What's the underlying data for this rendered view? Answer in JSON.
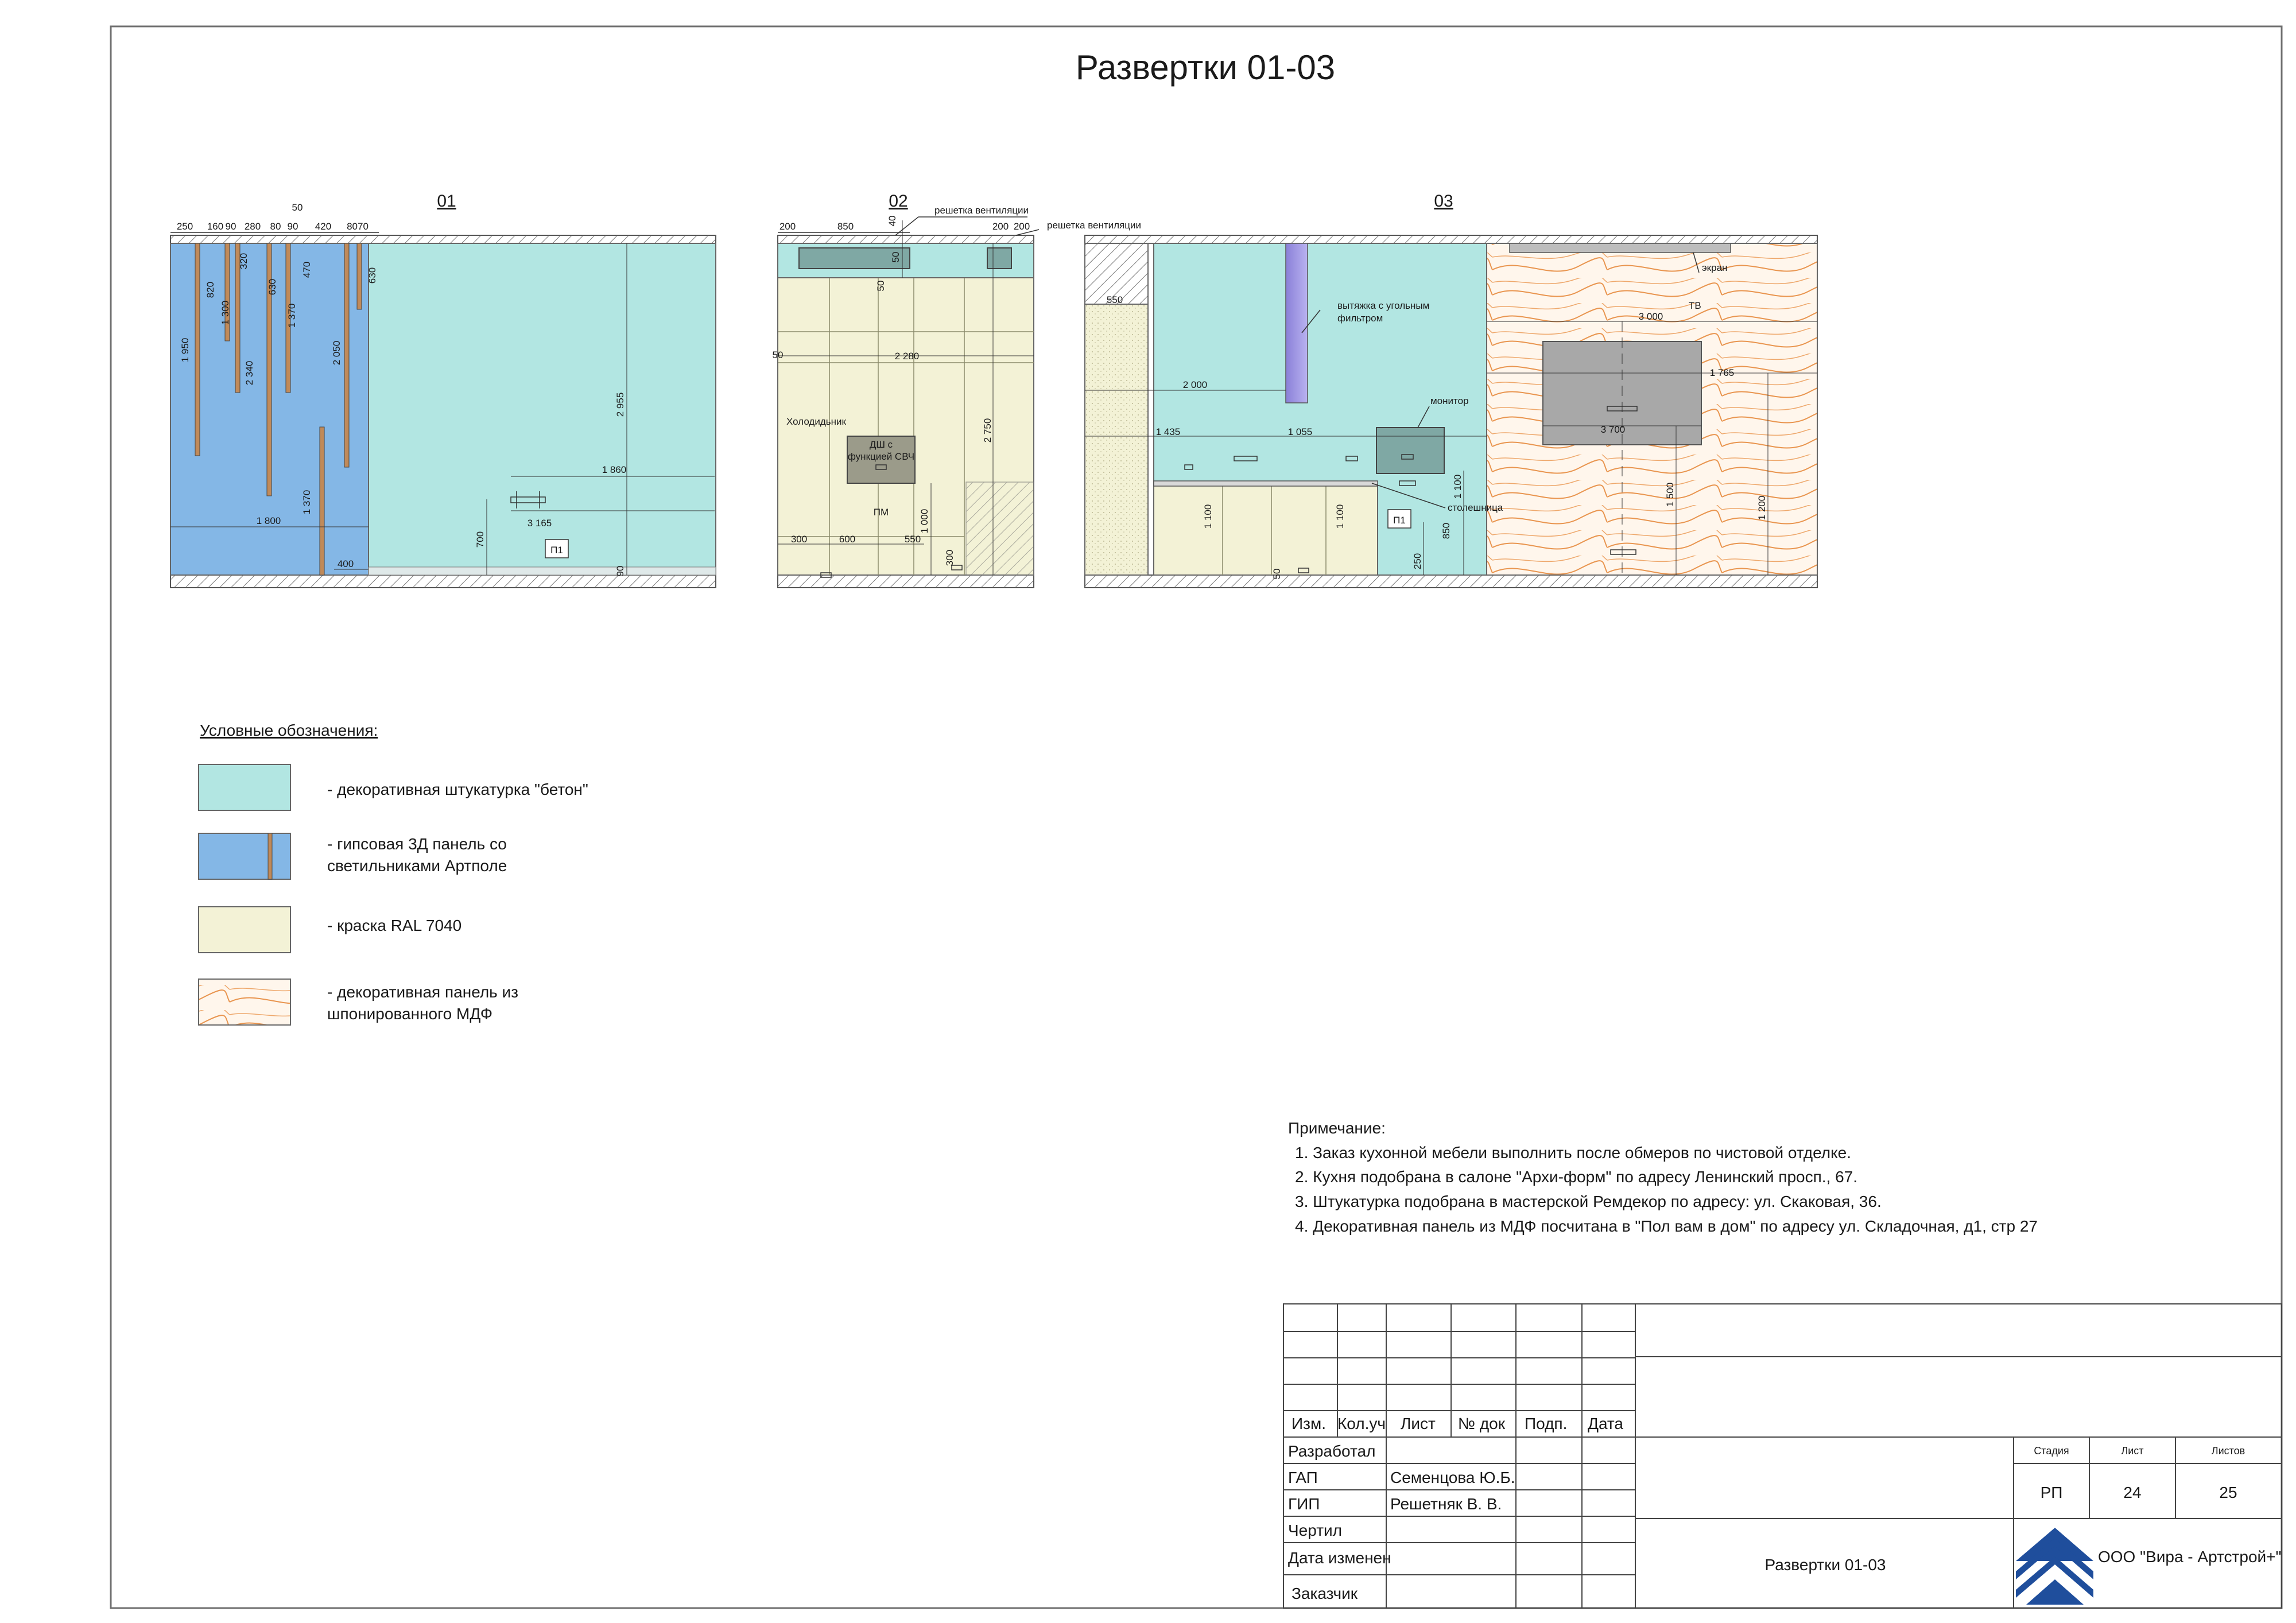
{
  "sheet": {
    "title": "Развертки 01-03",
    "elev_labels": [
      "01",
      "02",
      "03"
    ]
  },
  "elev01": {
    "dims_top": [
      "250",
      "160",
      "90",
      "280",
      "80",
      "90",
      "420",
      "8070"
    ],
    "dim_50": "50",
    "dims_v": [
      "1 950",
      "820",
      "1 300",
      "320",
      "2 340",
      "630",
      "1 370",
      "470",
      "2 050",
      "630",
      "1 370",
      "2 955",
      "700",
      "90"
    ],
    "dims_h": [
      "1 860",
      "3 165",
      "1 800",
      "400"
    ],
    "tag": "П1"
  },
  "elev02": {
    "dims_top": [
      "200",
      "850",
      "40",
      "200",
      "200"
    ],
    "dims_misc": [
      "50",
      "50",
      "2 280",
      "2 750",
      "1 000",
      "300",
      "600",
      "550",
      "300",
      "50"
    ],
    "vent1": "решетка вентиляции",
    "vent2": "решетка вентиляции",
    "fridge": "Холодидьник",
    "oven_line1": "ДШ с",
    "oven_line2": "функцией СВЧ",
    "dishwasher": "ПМ"
  },
  "elev03": {
    "hood_line1": "вытяжка с угольным",
    "hood_line2": "фильтром",
    "screen": "экран",
    "tv": "ТВ",
    "monitor": "монитор",
    "countertop": "столешница",
    "dims": [
      "550",
      "2 000",
      "1 435",
      "1 055",
      "3 000",
      "1 765",
      "3 700",
      "1 500",
      "1 200",
      "1 100",
      "1 100",
      "1 100",
      "850",
      "250",
      "50"
    ],
    "tag": "П1"
  },
  "legend": {
    "title": "Условные обозначения:",
    "items": [
      {
        "line1": "- декоративная штукатурка \"бетон\"",
        "line2": ""
      },
      {
        "line1": "- гипсовая 3Д панель со",
        "line2": "светильниками Артполе"
      },
      {
        "line1": "- краска RAL 7040",
        "line2": ""
      },
      {
        "line1": "- декоративная панель из",
        "line2": "шпонированного МДФ"
      }
    ]
  },
  "notes": {
    "title": "Примечание:",
    "items": [
      "1. Заказ кухонной мебели выполнить после обмеров по чистовой отделке.",
      "2. Кухня подобрана в салоне \"Архи-форм\" по адресу Ленинский просп., 67.",
      "3. Штукатурка подобрана в мастерской Ремдекор по адресу: ул. Скаковая, 36.",
      "4. Декоративная панель из МДФ посчитана в \"Пол вам в дом\" по адресу ул. Складочная, д1, стр 27"
    ]
  },
  "title_block": {
    "headers": [
      "Изм.",
      "Кол.уч",
      "Лист",
      "№ док",
      "Подп.",
      "Дата"
    ],
    "roles": [
      "Разработал",
      "ГАП",
      "ГИП",
      "Чертил",
      "Дата изменен",
      "Заказчик"
    ],
    "names": [
      "",
      "Семенцова Ю.Б.",
      "Решетняк В. В.",
      "",
      "",
      ""
    ],
    "stage_header": "Стадия",
    "sheet_header": "Лист",
    "sheets_header": "Листов",
    "stage": "РП",
    "sheet_no": "24",
    "sheets_total": "25",
    "drawing_name": "Развертки 01-03",
    "company": "ООО \"Вира - Артстрой+\""
  },
  "colors": {
    "concrete": "#b2e6e2",
    "panel3d": "#84b7e6",
    "ral7040": "#f3f2d6",
    "mdf_bg": "#fff6ec",
    "mdf_line": "#e9954f",
    "frame": "#6f6f6f",
    "logo": "#1f4e9c"
  }
}
